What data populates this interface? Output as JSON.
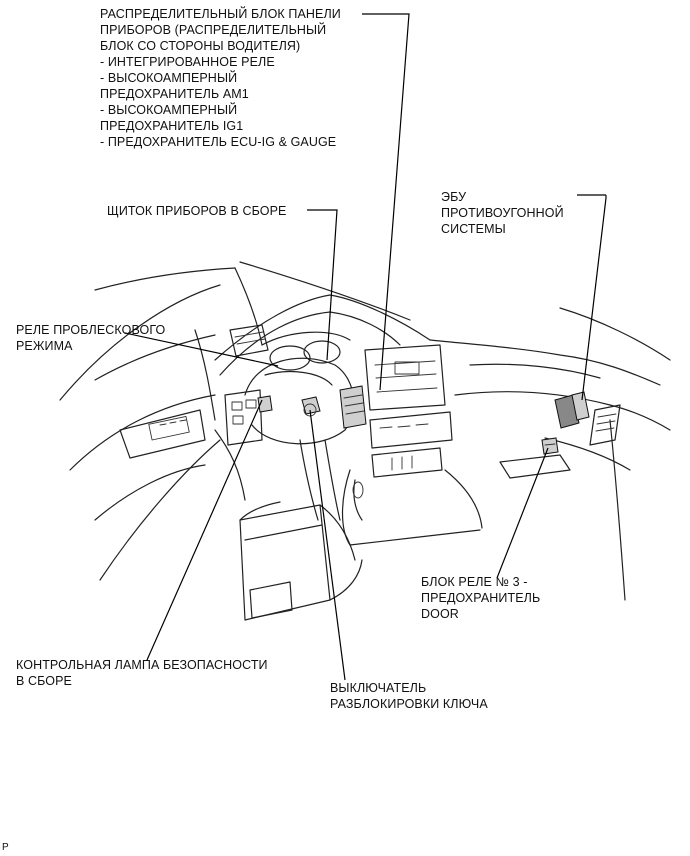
{
  "labels": {
    "junction_block": "РАСПРЕДЕЛИТЕЛЬНЫЙ БЛОК ПАНЕЛИ\nПРИБОРОВ (РАСПРЕДЕЛИТЕЛЬНЫЙ\nБЛОК СО СТОРОНЫ ВОДИТЕЛЯ)\n- ИНТЕГРИРОВАННОЕ РЕЛЕ\n- ВЫСОКОАМПЕРНЫЙ\nПРЕДОХРАНИТЕЛЬ AM1\n- ВЫСОКОАМПЕРНЫЙ\nПРЕДОХРАНИТЕЛЬ IG1\n- ПРЕДОХРАНИТЕЛЬ ECU-IG & GAUGE",
    "combination_meter": "ЩИТОК ПРИБОРОВ В СБОРЕ",
    "immobiliser_ecu": "ЭБУ\nПРОТИВОУГОННОЙ\nСИСТЕМЫ",
    "flasher_relay": "РЕЛЕ ПРОБЛЕСКОВОГО\nРЕЖИМА",
    "relay_block": "БЛОК РЕЛЕ № 3 -\nПРЕДОХРАНИТЕЛЬ\nDOOR",
    "security_lamp": "КОНТРОЛЬНАЯ ЛАМПА БЕЗОПАСНОСТИ\nВ СБОРЕ",
    "unlock_switch": "ВЫКЛЮЧАТЕЛЬ\nРАЗБЛОКИРОВКИ КЛЮЧА"
  },
  "footer_code": "P"
}
